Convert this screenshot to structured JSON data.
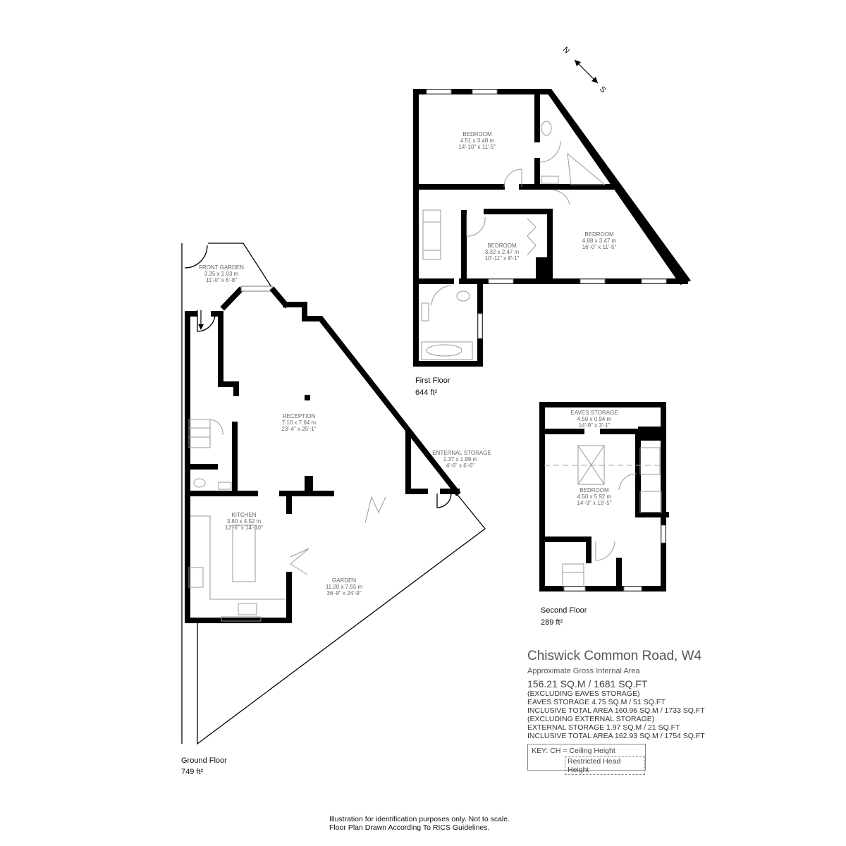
{
  "compass": {
    "north": "N",
    "south": "S"
  },
  "ground_floor": {
    "label": "Ground Floor",
    "area": "749 ft²",
    "rooms": [
      {
        "name": "FRONT GARDEN",
        "metric": "3.35 x  2.03 m",
        "imperial": "11'-0\" x  6'-8\""
      },
      {
        "name": "RECEPTION",
        "metric": "7.10 x 7.64 m",
        "imperial": "23'-4\" x 25'-1\""
      },
      {
        "name": "ENTERNAL STORAGE",
        "metric": "1.37 x 1.99 m",
        "imperial": "4'-6\" x 6'-6\""
      },
      {
        "name": "KITCHEN",
        "metric": "3.80 x 4.52 m",
        "imperial": "12'-6\" x 14'-10\""
      },
      {
        "name": "GARDEN",
        "metric": "11.20 x  7.55 m",
        "imperial": "36'-9\" x  24'-9\""
      }
    ]
  },
  "first_floor": {
    "label": "First Floor",
    "area": "644 ft²",
    "rooms": [
      {
        "name": "BEDROOM",
        "metric": "4.51 x 3.48 m",
        "imperial": "14'-10\" x 11'-5\""
      },
      {
        "name": "BEDROOM",
        "metric": "3.32 x 2.47 m",
        "imperial": "10'-11\" x 8'-1\""
      },
      {
        "name": "BEDROOM",
        "metric": "4.88 x 3.47 m",
        "imperial": "16'-0\" x 11'-5\""
      }
    ]
  },
  "second_floor": {
    "label": "Second Floor",
    "area": "289 ft²",
    "rooms": [
      {
        "name": "EAVES STORAGE",
        "metric": "4.50 x 0.94 m",
        "imperial": "14'-9\" x 3'-1\""
      },
      {
        "name": "BEDROOM",
        "metric": "4.50 x 5.92 m",
        "imperial": "14'-9\" x 19'-5\""
      }
    ]
  },
  "info": {
    "title": "Chiswick Common Road, W4",
    "subtitle": "Approximate Gross Internal Area",
    "total": "156.21 SQ.M / 1681 SQ.FT",
    "lines": [
      "(EXCLUDING EAVES STORAGE)",
      "EAVES STORAGE  4.75 SQ.M / 51 SQ.FT",
      "INCLUSIVE TOTAL AREA 160.96 SQ.M / 1733 SQ.FT",
      "(EXCLUDING EXTERNAL STORAGE)",
      "EXTERNAL STORAGE  1.97 SQ.M / 21 SQ.FT",
      "INCLUSIVE TOTAL AREA 162.93 SQ.M / 1754 SQ.FT"
    ],
    "key": "KEY: CH = Ceiling Height",
    "key_restricted": "Restricted Head Height"
  },
  "footer": [
    "Illustration for identification purposes only. Not to scale.",
    "Floor Plan Drawn According To RICS Guidelines."
  ]
}
